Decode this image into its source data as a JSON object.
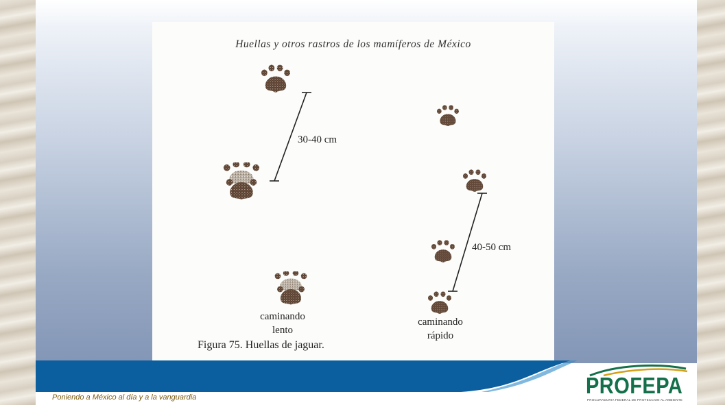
{
  "figure": {
    "title": "Huellas y otros rastros de los mamíferos de México",
    "distance_slow": "30-40 cm",
    "distance_fast": "40-50 cm",
    "label_slow_line1": "caminando",
    "label_slow_line2": "lento",
    "label_fast_line1": "caminando",
    "label_fast_line2": "rápido",
    "caption": "Figura 75. Huellas de jaguar."
  },
  "footer": {
    "tagline": "Poniendo a México al día y a la vanguardia",
    "logo_text": "PROFEPA",
    "logo_subtitle": "PROCURADURIA FEDERAL DE PROTECCION AL AMBIENTE"
  },
  "colors": {
    "band_blue": "#0b5f9e",
    "logo_green": "#14704b",
    "paw_brown": "#5a4030"
  },
  "icons": [
    "paw-print-icon",
    "profepa-logo"
  ]
}
